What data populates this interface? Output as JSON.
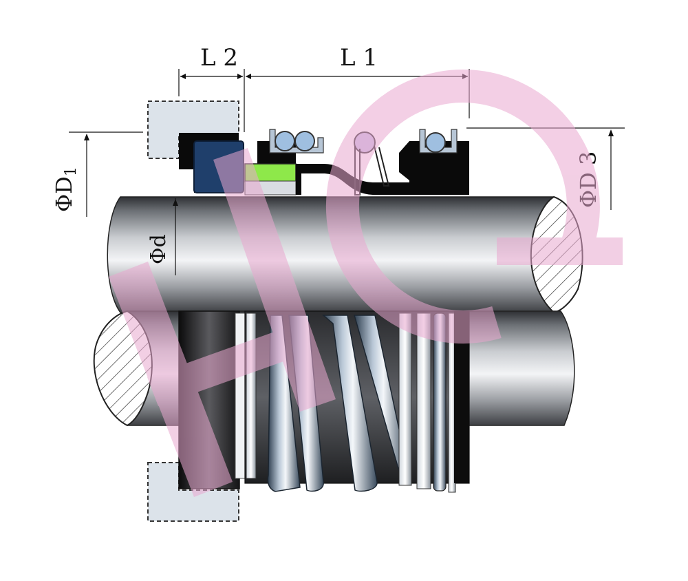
{
  "diagram": {
    "labels": {
      "l1": "L 1",
      "l2": "L 2",
      "d1": "ΦD",
      "d1_sub": "1",
      "d3": "ΦD 3",
      "d": "Φd"
    },
    "watermark": "HC"
  },
  "colors": {
    "shaft_dark": "#4a4d52",
    "shaft_light": "#f2f3f5",
    "seat_dashed": "#dce3ea",
    "stationary_ring": "#1f3f6b",
    "green_ring": "#8ee84a",
    "oring_fill": "#9fbfe0",
    "watermark": "#e9a8cf",
    "black": "#000000"
  }
}
